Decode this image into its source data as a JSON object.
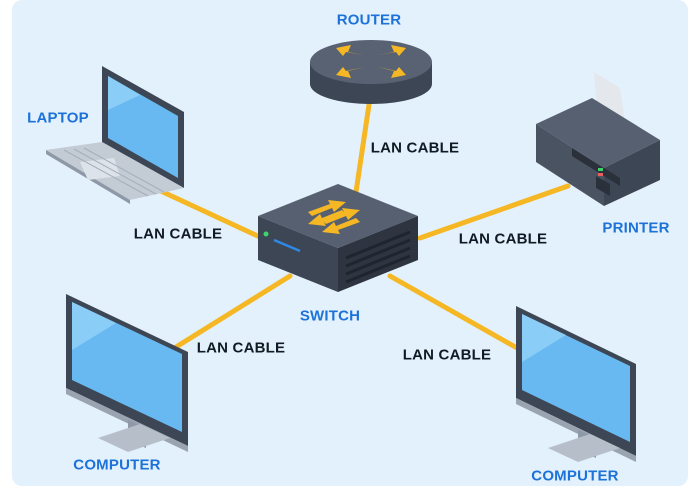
{
  "devices": {
    "router": "ROUTER",
    "laptop": "LAPTOP",
    "printer": "PRINTER",
    "switch": "SWITCH",
    "computer_left": "COMPUTER",
    "computer_right": "COMPUTER"
  },
  "cables": {
    "router": "LAN CABLE",
    "laptop": "LAN CABLE",
    "printer": "LAN CABLE",
    "computer_left": "LAN CABLE",
    "computer_right": "LAN CABLE"
  },
  "colors": {
    "background": "#e3f1fd",
    "cable": "#f5b724",
    "device_label": "#1c72d8",
    "cable_label": "#111a22",
    "device_body": "#3d4654",
    "screen": "#68b9f1"
  }
}
